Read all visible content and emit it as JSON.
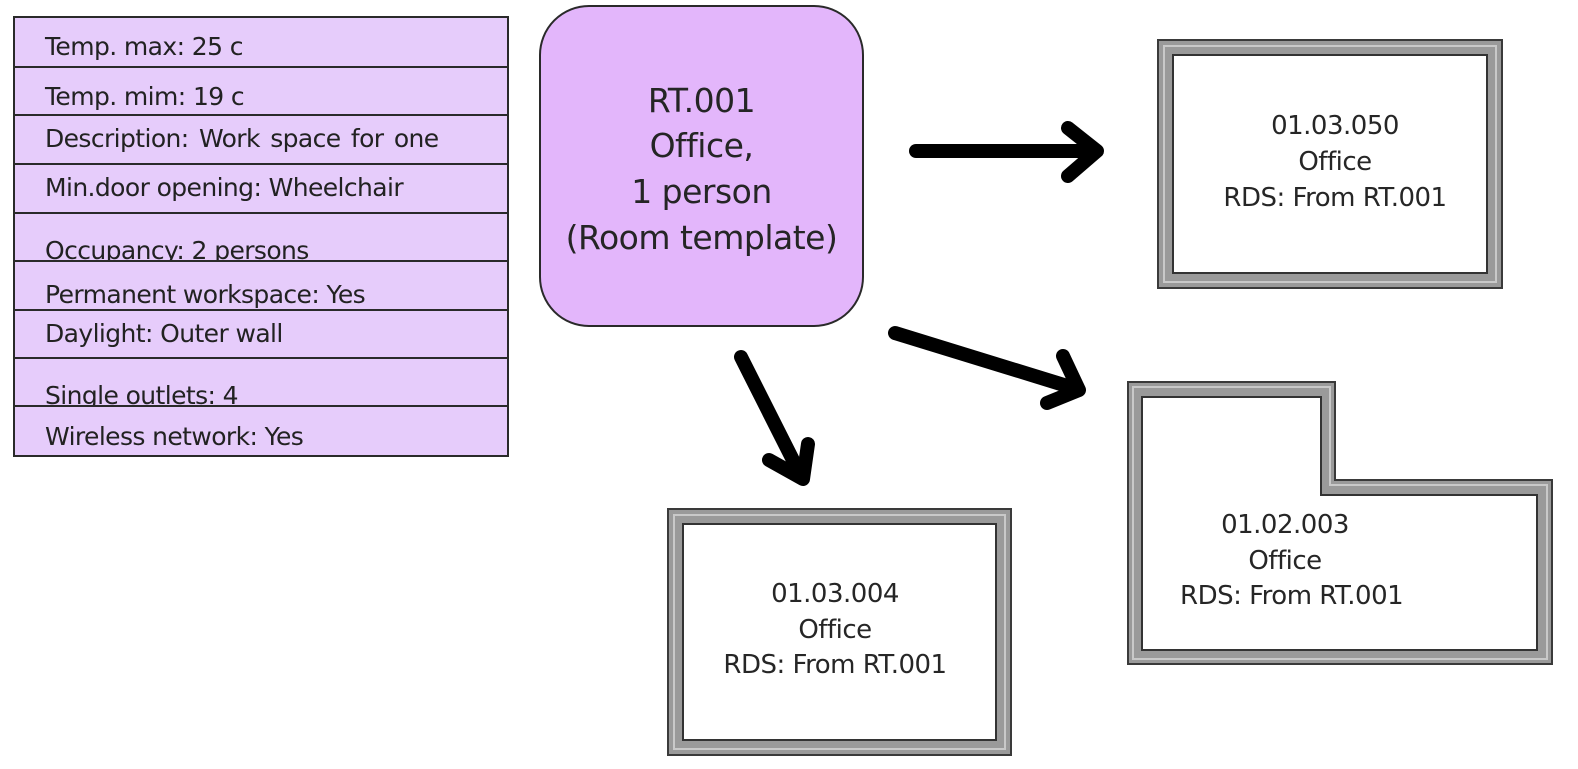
{
  "properties": [
    "Temp. max: 25 c",
    "Temp. mim: 19 c",
    "Description:   Work    space    for    one",
    "Min.door opening: Wheelchair",
    "Occupancy: 2 persons",
    "Permanent workspace: Yes",
    "Daylight: Outer wall",
    "Single outlets: 4",
    "Wireless network: Yes"
  ],
  "template": {
    "line1": "RT.001",
    "line2": "Office,",
    "line3": "1 person",
    "line4": "(Room template)"
  },
  "rooms": {
    "top_right": {
      "number": "01.03.050",
      "name": "Office",
      "rds": "RDS: From RT.001"
    },
    "bottom": {
      "number": "01.03.004",
      "name": "Office",
      "rds": "RDS: From RT.001"
    },
    "l_shaped": {
      "number": "01.02.003",
      "name": "Office",
      "rds": "RDS: From RT.001"
    }
  },
  "colors": {
    "property_fill": "#e6ccfb",
    "template_fill": "#e3b6fb",
    "wall": "#9a9a9a",
    "arrow": "#000000"
  }
}
